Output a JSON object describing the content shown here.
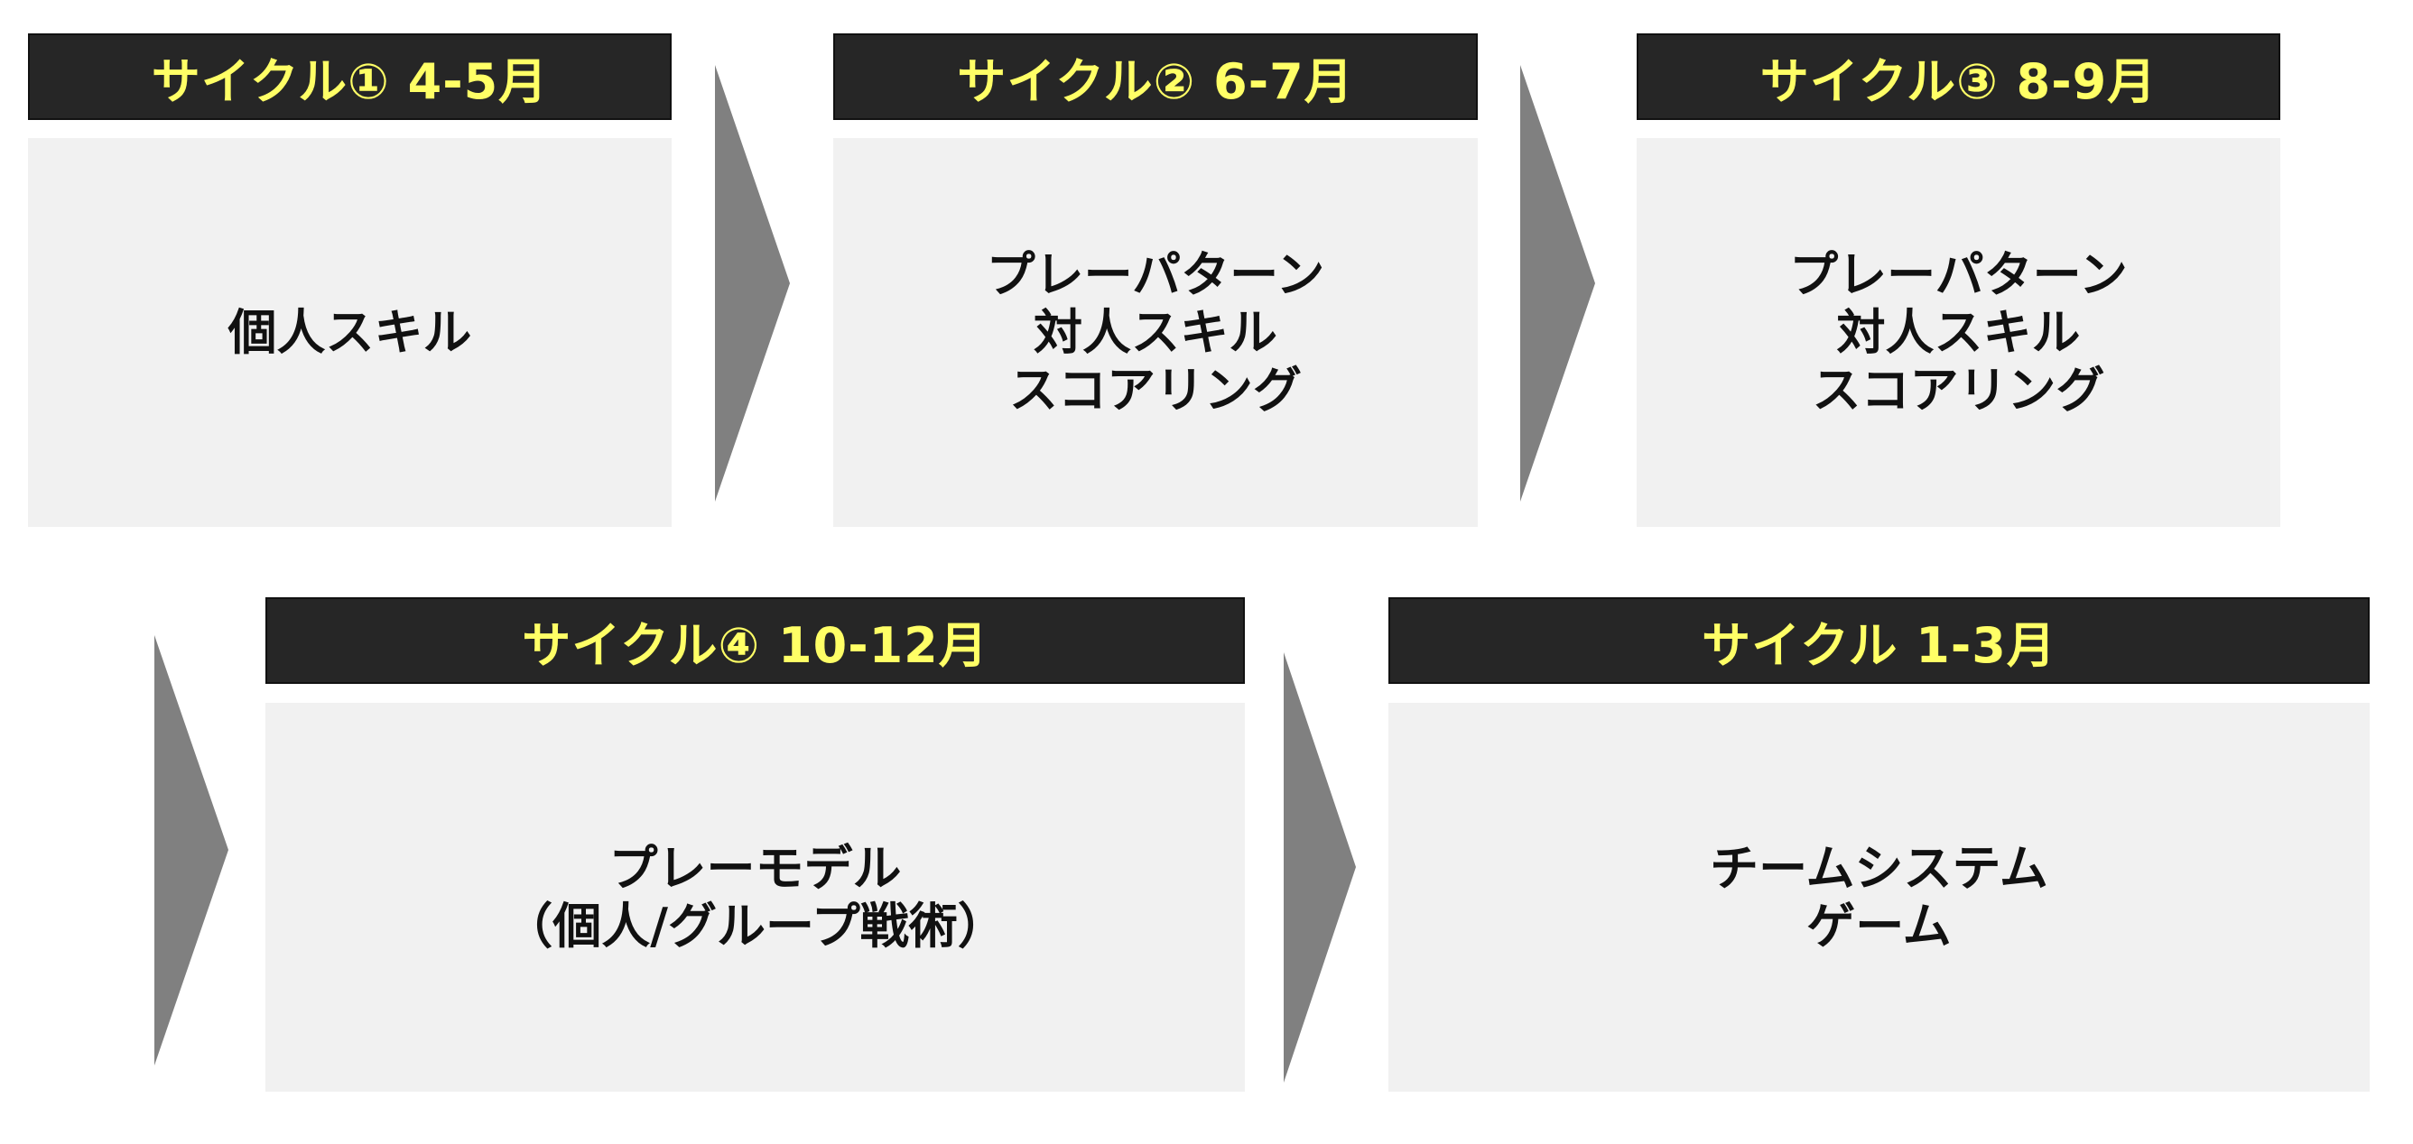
{
  "colors": {
    "header_bg": "#262626",
    "header_text": "#ffff66",
    "body_bg": "#f1f1f1",
    "body_text": "#111111",
    "arrow": "#808080"
  },
  "cycles": [
    {
      "title": "サイクル① 4-5月",
      "lines": [
        "個人スキル"
      ]
    },
    {
      "title": "サイクル② 6-7月",
      "lines": [
        "プレーパターン",
        "対人スキル",
        "スコアリング"
      ]
    },
    {
      "title": "サイクル③ 8-9月",
      "lines": [
        "プレーパターン",
        "対人スキル",
        "スコアリング"
      ]
    },
    {
      "title": "サイクル④ 10-12月",
      "lines": [
        "プレーモデル",
        "（個人/グループ戦術）"
      ]
    },
    {
      "title": "サイクル 1-3月",
      "lines": [
        "チームシステム",
        "ゲーム"
      ]
    }
  ],
  "arrows": [
    "chevron-right-arrow",
    "chevron-right-arrow",
    "chevron-right-arrow",
    "chevron-right-arrow"
  ]
}
